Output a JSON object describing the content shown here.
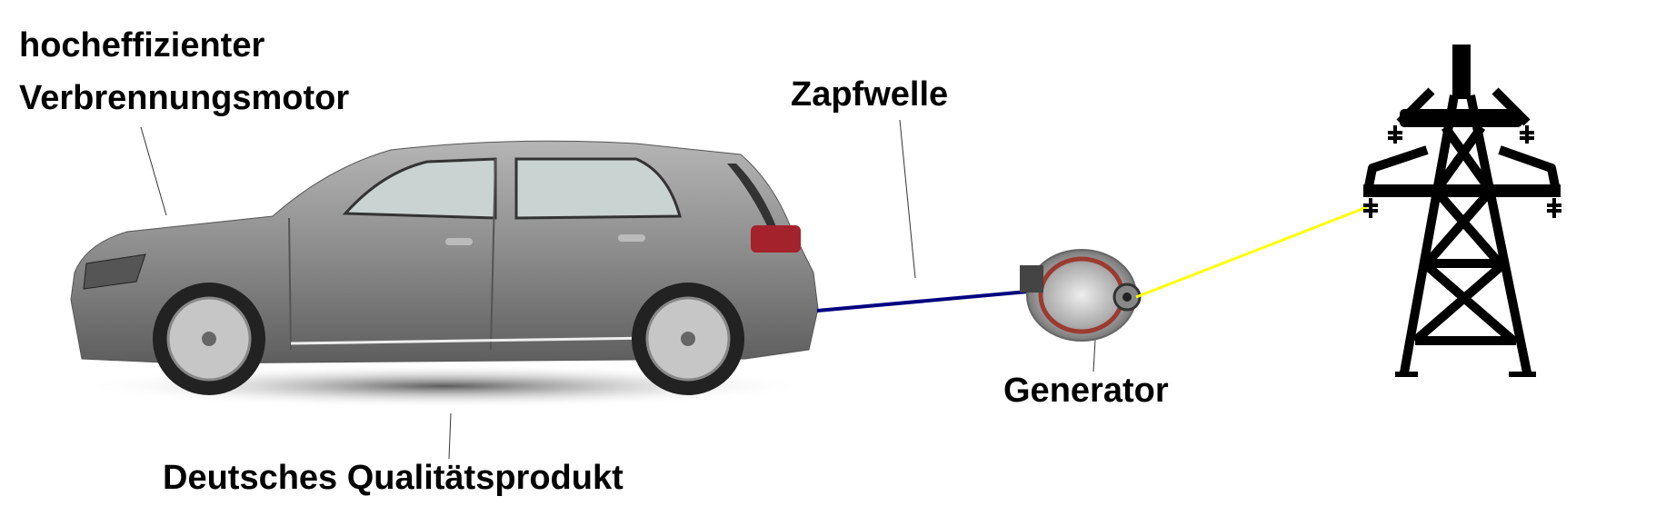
{
  "labels": {
    "engine_line1": "hocheffizienter",
    "engine_line2": "Verbrennungsmotor",
    "shaft": "Zapfwelle",
    "generator": "Generator",
    "quality": "Deutsches Qualitätsprodukt"
  },
  "colors": {
    "shaft": "#000080",
    "power_line": "#ffff00",
    "car_body": "#8a8a8a",
    "tower": "#000000"
  }
}
